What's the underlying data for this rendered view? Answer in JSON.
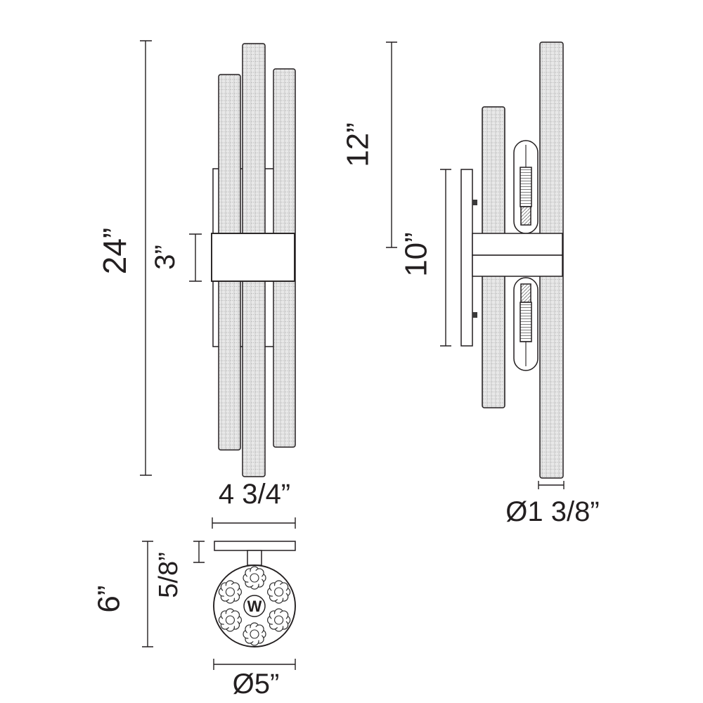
{
  "front_view": {
    "overall_height": "24”",
    "band_height": "3”",
    "overall_width": "4 3/4”"
  },
  "side_view": {
    "upper_section_height": "12”",
    "backplate_height": "10”",
    "tube_diameter": "Ø1 3/8”"
  },
  "bottom_view": {
    "overall_depth": "6”",
    "canopy_thickness": "5/8”",
    "canopy_diameter": "Ø5”",
    "center_mark": "W"
  },
  "colors": {
    "line": "#231f20",
    "background": "#ffffff"
  }
}
